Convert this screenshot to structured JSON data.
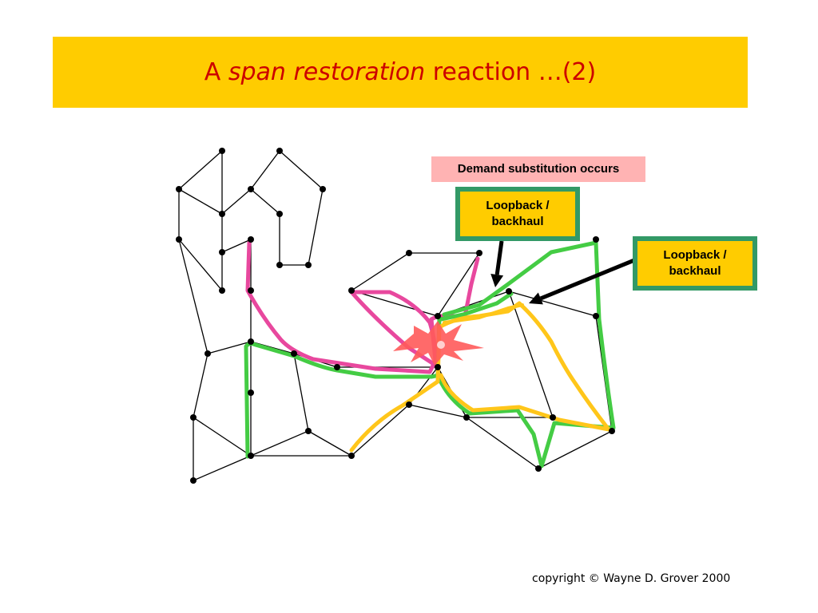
{
  "slide": {
    "title_prefix": "A ",
    "title_italic": "span restoration",
    "title_suffix": " reaction …(2)",
    "copyright": "copyright © Wayne D. Grover 2000"
  },
  "callouts": {
    "demand": "Demand substitution occurs",
    "loop1_line1": "Loopback /",
    "loop1_line2": "backhaul",
    "loop2_line1": "Loopback /",
    "loop2_line2": "backhaul"
  },
  "colors": {
    "title_bar": "#ffcc00",
    "title_text": "#cc0000",
    "demand_box": "#ffb3b3",
    "callout_fill": "#ffcc00",
    "callout_border": "#339966",
    "magenta_path": "#e8489e",
    "green_path": "#44cc44",
    "yellow_path": "#ffc61a",
    "failure_burst": "#ff5a5a"
  }
}
